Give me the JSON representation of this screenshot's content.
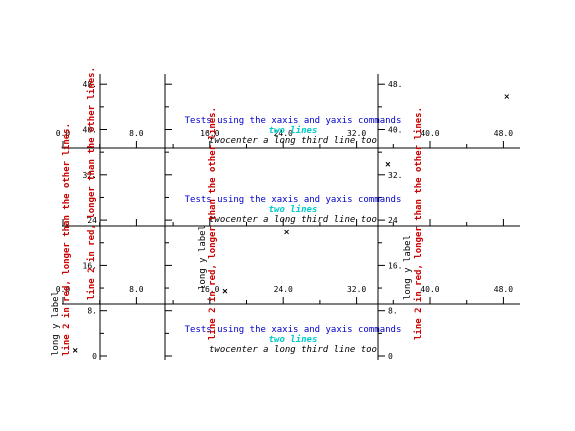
{
  "chart_data": {
    "type": "scatter",
    "axes_x": {
      "ticks": [
        "0.0",
        "8.0",
        "16.0",
        "24.0",
        "32.0",
        "40.0",
        "48.0"
      ],
      "range": [
        0,
        52
      ]
    },
    "axes_y": {
      "ticks": [
        "0",
        "8.",
        "16.",
        "24",
        "32.",
        "40.",
        "48."
      ],
      "range": [
        0,
        50
      ]
    },
    "titles": {
      "line1": "Tests using the   xaxis and   yaxis commands",
      "line2": "two lines",
      "line3": "twocenter a long third line too"
    },
    "ylabels": {
      "long": "long y label",
      "red": "line 2 in red, longer than the other lines."
    },
    "points": [
      {
        "x": 1.5,
        "y": 1.0
      },
      {
        "x": 18.5,
        "y": 11.5
      },
      {
        "x": 25.5,
        "y": 22.0
      },
      {
        "x": 37.0,
        "y": 34.0
      },
      {
        "x": 50.5,
        "y": 46.0
      }
    ],
    "colors": {
      "title": "#0000cc",
      "subtitle": "#00cccc",
      "red_label": "#cc0000",
      "axis": "#000000"
    },
    "grid": false,
    "legend": "none"
  }
}
